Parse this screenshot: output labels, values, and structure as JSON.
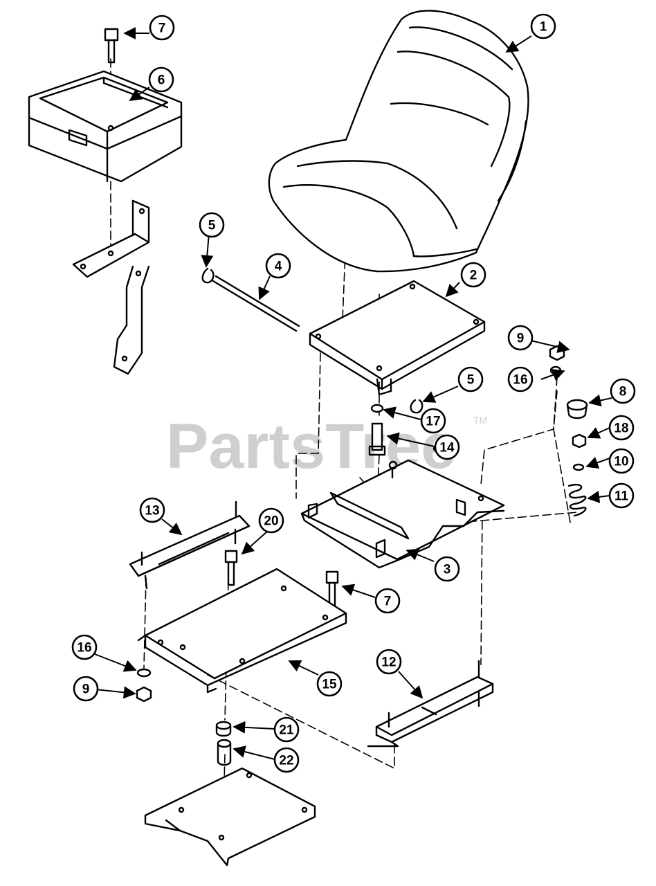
{
  "watermark": {
    "text": "PartsTree",
    "trademark": "TM"
  },
  "callouts": [
    {
      "num": "1"
    },
    {
      "num": "2"
    },
    {
      "num": "3"
    },
    {
      "num": "4"
    },
    {
      "num": "5"
    },
    {
      "num": "5"
    },
    {
      "num": "6"
    },
    {
      "num": "7"
    },
    {
      "num": "7"
    },
    {
      "num": "8"
    },
    {
      "num": "9"
    },
    {
      "num": "9"
    },
    {
      "num": "10"
    },
    {
      "num": "11"
    },
    {
      "num": "12"
    },
    {
      "num": "13"
    },
    {
      "num": "14"
    },
    {
      "num": "15"
    },
    {
      "num": "16"
    },
    {
      "num": "16"
    },
    {
      "num": "17"
    },
    {
      "num": "18"
    },
    {
      "num": "20"
    },
    {
      "num": "21"
    },
    {
      "num": "22"
    }
  ]
}
